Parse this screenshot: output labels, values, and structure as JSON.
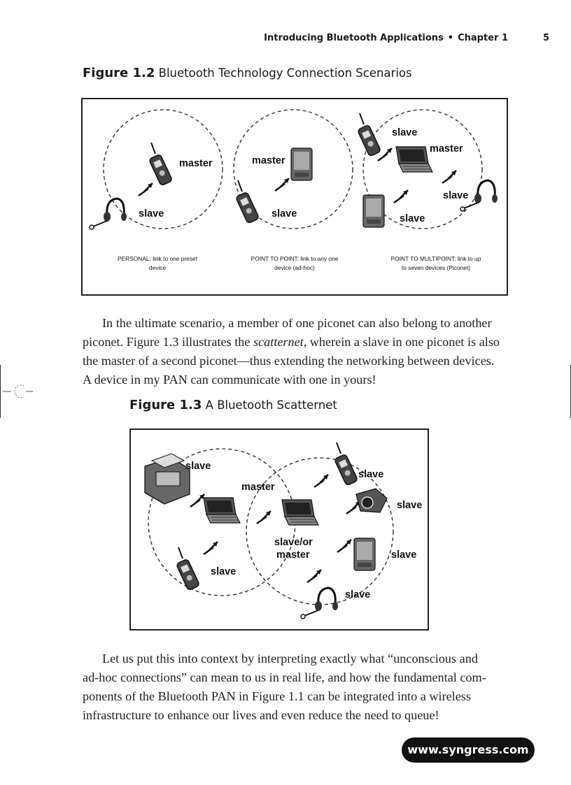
{
  "header": {
    "running_title": "Introducing Bluetooth Applications",
    "bullet": "•",
    "chapter": "Chapter 1",
    "page_number": "5"
  },
  "figure_1_2": {
    "number": "Figure 1.2",
    "title": "Bluetooth Technology Connection Scenarios",
    "panels": [
      {
        "labels": [
          "master",
          "slave"
        ],
        "caption_lines": [
          "PERSONAL: link to one preset",
          "device"
        ]
      },
      {
        "labels": [
          "master",
          "slave"
        ],
        "caption_lines": [
          "POINT TO POINT: link to any one",
          "device (ad-hoc)"
        ]
      },
      {
        "labels": [
          "slave",
          "master",
          "slave",
          "slave"
        ],
        "caption_lines": [
          "POINT TO MULTIPOINT: link to up",
          "to seven devices (Piconet)"
        ]
      }
    ]
  },
  "paragraph_1": {
    "lines": [
      "In the ultimate scenario, a member of one piconet can also belong to another",
      "piconet. Figure 1.3 illustrates the ",
      "scatternet",
      ", wherein a slave in one piconet is also",
      "the master of a second piconet—thus extending the networking between devices.",
      "A device in my PAN can communicate with one in yours!"
    ]
  },
  "figure_1_3": {
    "number": "Figure 1.3",
    "title": "A Bluetooth Scatternet",
    "labels": [
      "slave",
      "master",
      "slave/or",
      "master",
      "slave",
      "slave",
      "slave",
      "slave",
      "slave"
    ]
  },
  "paragraph_2": {
    "lines": [
      "Let us put this into context by interpreting exactly what “unconscious and",
      "ad-hoc connections” can mean to us in real life, and how the fundamental com-",
      "ponents of the Bluetooth PAN in Figure 1.1 can be integrated into a wireless",
      "infrastructure to enhance our lives and even reduce the need to queue!"
    ]
  },
  "footer": {
    "url": "www.syngress.com"
  }
}
